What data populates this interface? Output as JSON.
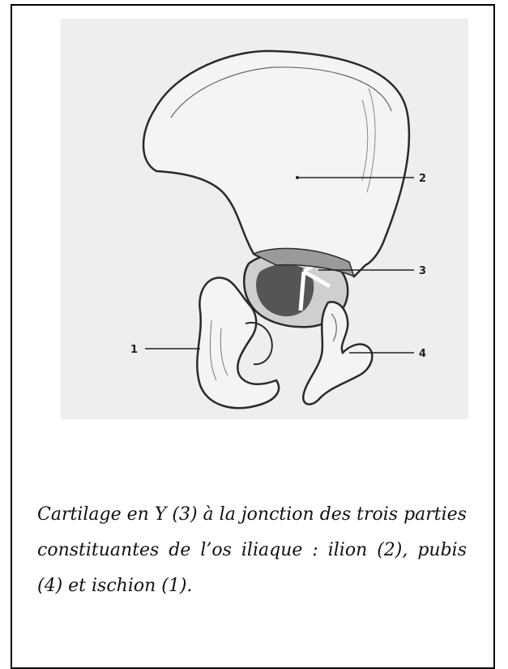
{
  "figure": {
    "labels": {
      "one": "1",
      "two": "2",
      "three": "3",
      "four": "4"
    }
  },
  "caption": {
    "text": "Cartilage en Y (3) à la jonction des trois parties constituantes de l’os iliaque : ilion (2), pubis (4) et ischion (1)."
  },
  "colors": {
    "frame": "#000000",
    "figure_background": "#eeeeee",
    "ink": "#222222"
  }
}
